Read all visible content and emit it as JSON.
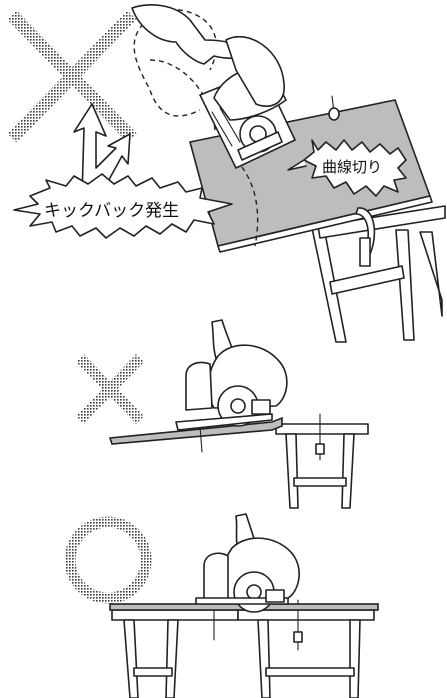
{
  "labels": {
    "kickback": "キックバック発生",
    "curve_cut": "曲線切り"
  },
  "icons": [
    "wrong-mark-cross",
    "correct-mark-circle",
    "circular-saw-illustration",
    "sawhorse-illustration",
    "clamp-illustration"
  ],
  "colors": {
    "mark_halftone": "#555555",
    "board": "#bdbdbd",
    "line": "#222222",
    "background": "#ffffff"
  }
}
